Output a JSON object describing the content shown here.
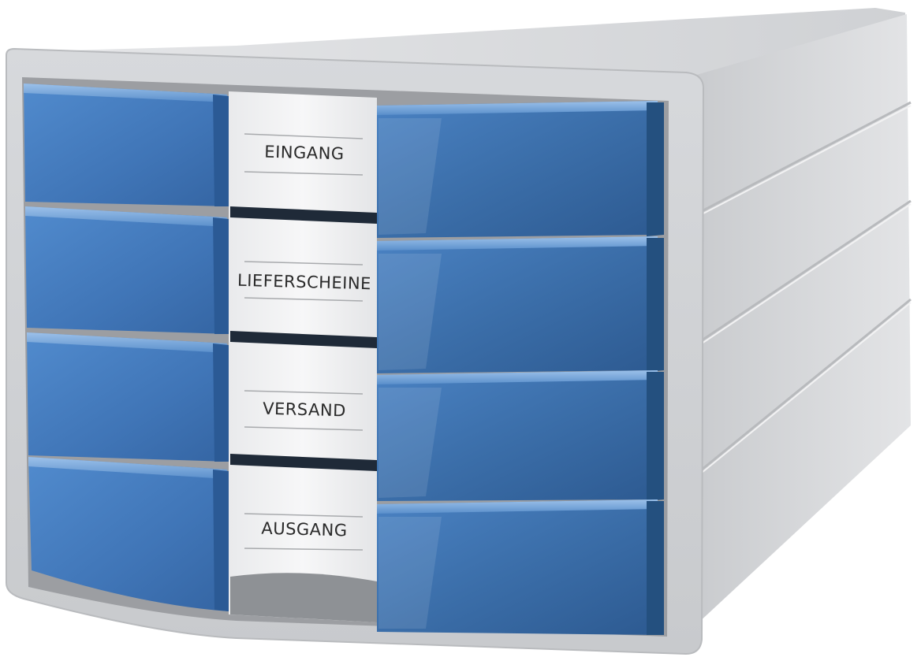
{
  "product": {
    "name": "desk drawer organizer",
    "housing_color": "#d9dbdd",
    "drawer_color": "#3d74b6"
  },
  "labels": [
    {
      "text": "EINGANG"
    },
    {
      "text": "LIEFERSCHEINE"
    },
    {
      "text": "VERSAND"
    },
    {
      "text": "AUSGANG"
    }
  ]
}
